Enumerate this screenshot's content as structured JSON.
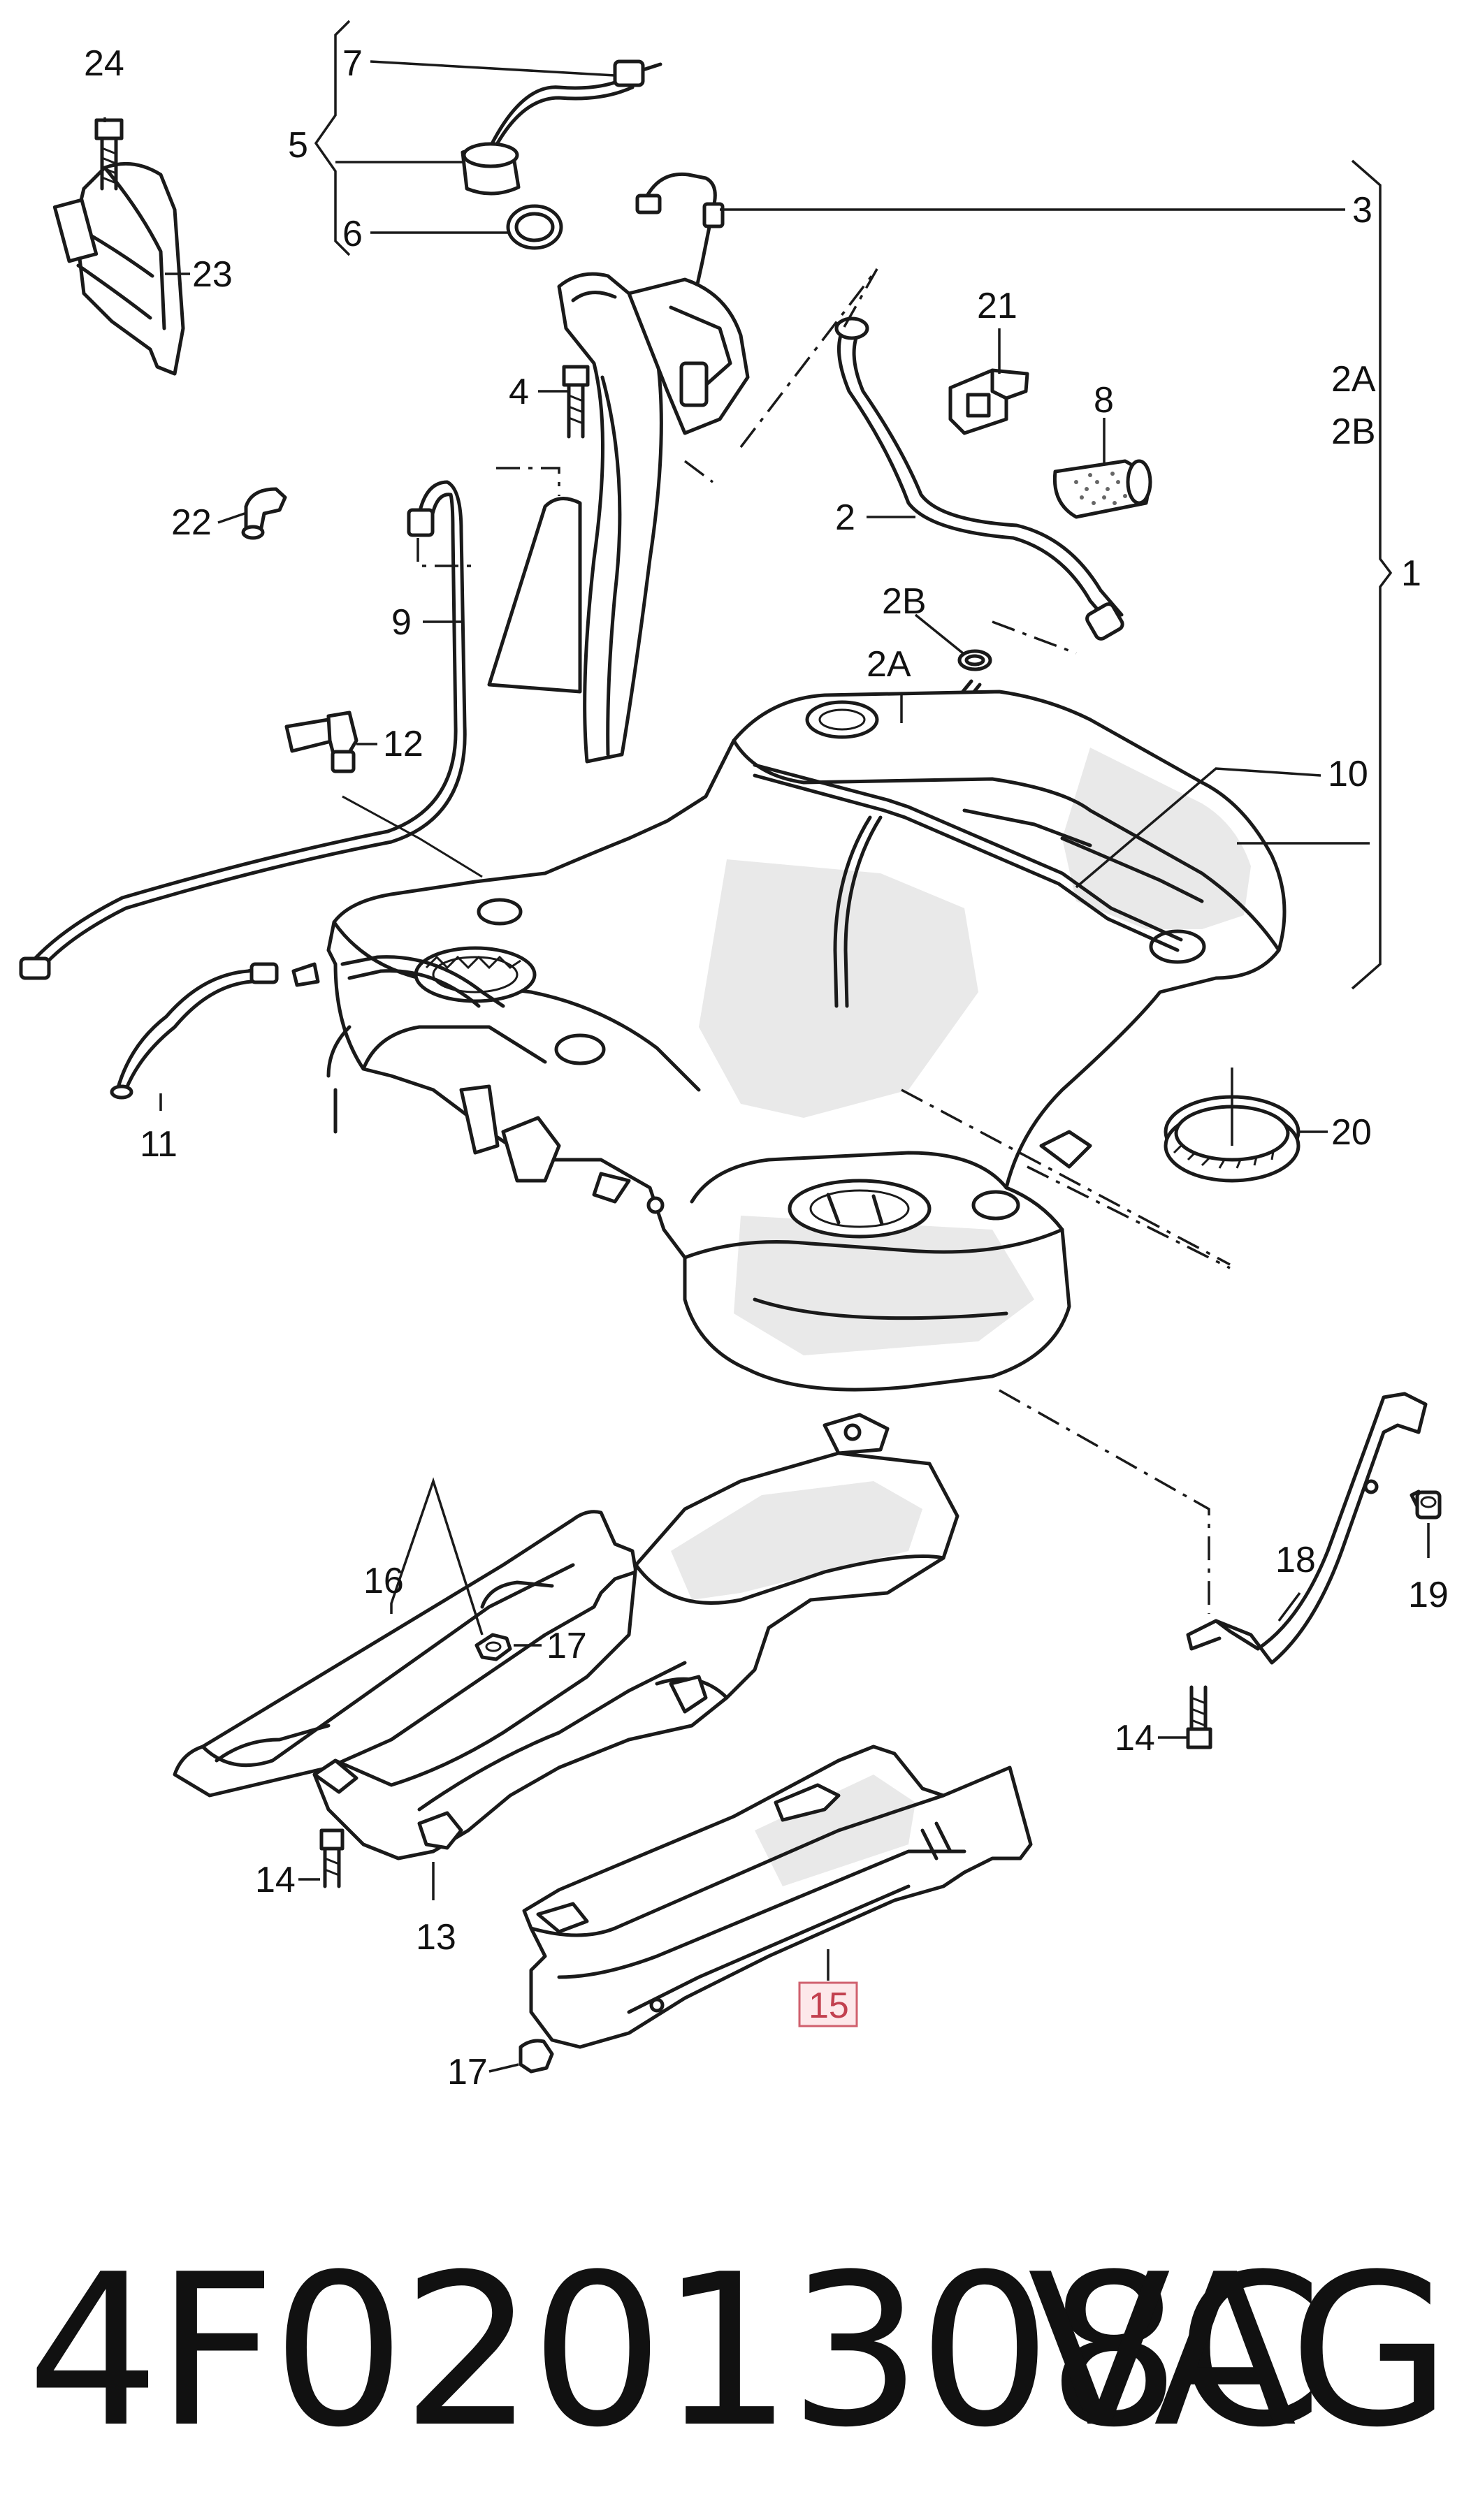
{
  "part_number": "4F0201308C",
  "brand": "VAG",
  "highlighted_label": "15",
  "colors": {
    "line": "#1a1a1a",
    "highlight_fill": "#fde8ea",
    "highlight_stroke": "#d0606e",
    "highlight_text": "#c2404f"
  },
  "callouts": {
    "c24": "24",
    "c23": "23",
    "c7": "7",
    "c5": "5",
    "c6": "6",
    "c3": "3",
    "c21": "21",
    "c8": "8",
    "c2a_top": "2A",
    "c2b_top": "2B",
    "c4": "4",
    "c22": "22",
    "c2": "2",
    "c1": "1",
    "c9": "9",
    "c2b": "2B",
    "c2a": "2A",
    "c12": "12",
    "c10": "10",
    "c11": "11",
    "c20": "20",
    "c16": "16",
    "c17a": "17",
    "c18": "18",
    "c19": "19",
    "c14a": "14",
    "c14b": "14",
    "c13": "13",
    "c17b": "17"
  }
}
